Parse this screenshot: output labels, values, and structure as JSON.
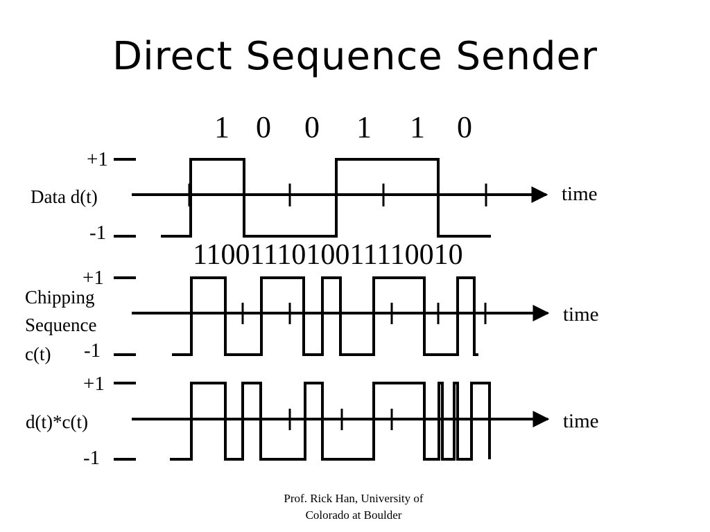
{
  "title": "Direct Sequence Sender",
  "data_bits": [
    "1",
    "0",
    "0",
    "1",
    "1",
    "0"
  ],
  "chip_sequence_text": "1100111010011110010",
  "panels": {
    "data": {
      "label": "Data d(t)",
      "plus_label": "+1",
      "minus_label": "-1",
      "axis_label": "time"
    },
    "chipping": {
      "label_lines": [
        "Chipping",
        "Sequence",
        "c(t)"
      ],
      "plus_label": "+1",
      "minus_label": "-1",
      "axis_label": "time"
    },
    "product": {
      "label": "d(t)*c(t)",
      "plus_label": "+1",
      "minus_label": "-1",
      "axis_label": "time"
    }
  },
  "footer_lines": [
    "Prof. Rick Han, University of",
    "Colorado at Boulder"
  ]
}
